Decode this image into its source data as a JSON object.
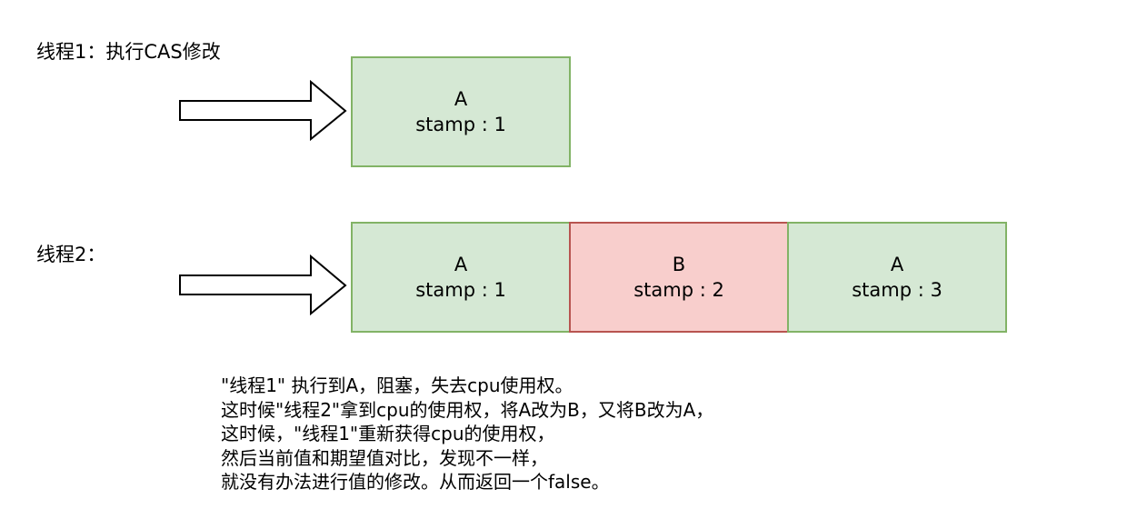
{
  "thread1": {
    "label": "线程1：执行CAS修改",
    "box": {
      "value": "A",
      "stamp": "stamp : 1"
    }
  },
  "thread2": {
    "label": "线程2：",
    "boxes": [
      {
        "value": "A",
        "stamp": "stamp : 1",
        "color": "#d5e8d4"
      },
      {
        "value": "B",
        "stamp": "stamp : 2",
        "color": "#f8cecc"
      },
      {
        "value": "A",
        "stamp": "stamp : 3",
        "color": "#d5e8d4"
      }
    ]
  },
  "note": {
    "lines": [
      "\"线程1\" 执行到A，阻塞，失去cpu使用权。",
      "这时候\"线程2\"拿到cpu的使用权，将A改为B，又将B改为A，",
      "这时候，\"线程1\"重新获得cpu的使用权，",
      "然后当前值和期望值对比，发现不一样，",
      "就没有办法进行值的修改。从而返回一个false。"
    ]
  }
}
